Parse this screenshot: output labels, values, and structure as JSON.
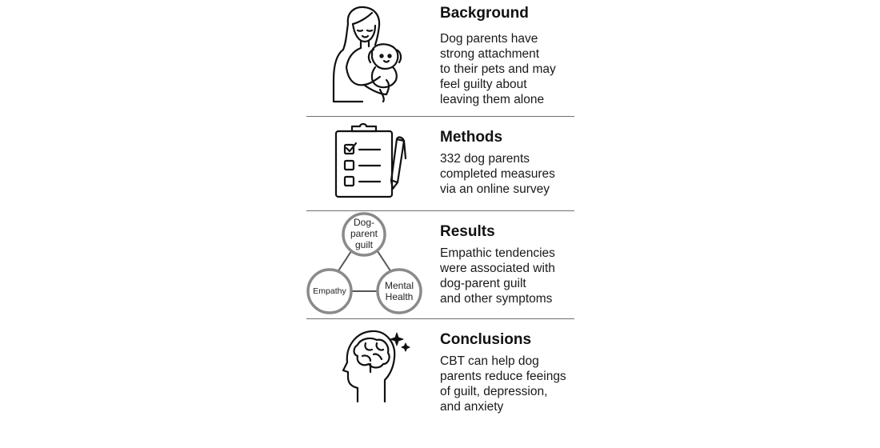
{
  "sections": [
    {
      "title": "Background",
      "body": "Dog parents have\nstrong attachment\nto their pets and may\nfeel guilty about\nleaving them alone",
      "icon": "woman-holding-dog-icon"
    },
    {
      "title": "Methods",
      "body": "332 dog parents\ncompleted measures\nvia an online survey",
      "icon": "clipboard-checklist-icon"
    },
    {
      "title": "Results",
      "body": "Empathic tendencies\nwere associated with\ndog-parent guilt\nand other symptoms",
      "icon": "network-diagram-icon"
    },
    {
      "title": "Conclusions",
      "body": "CBT can help dog\nparents reduce feeings\nof guilt, depression,\nand anxiety",
      "icon": "head-brain-sparkle-icon"
    }
  ],
  "network": {
    "nodes": [
      {
        "id": "guilt",
        "label": "Dog-\nparent\nguilt"
      },
      {
        "id": "empathy",
        "label": "Empathy"
      },
      {
        "id": "mental",
        "label": "Mental\nHealth"
      }
    ],
    "edges": [
      [
        "guilt",
        "empathy"
      ],
      [
        "guilt",
        "mental"
      ],
      [
        "empathy",
        "mental"
      ]
    ]
  },
  "colors": {
    "line": "#111111",
    "divider": "#6f6f6f",
    "node_border": "#8a8a8a"
  }
}
